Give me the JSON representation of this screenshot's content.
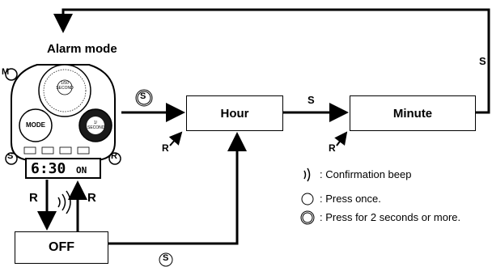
{
  "title": "Alarm mode",
  "watch": {
    "display": "6:30",
    "display_suffix": "ON",
    "mode_label": "MODE",
    "subdial_top_label": "1/50\nSECOND",
    "subdial_right_label": "1/\nSECOND"
  },
  "buttons": {
    "top_left": "M",
    "bottom_left": "S",
    "bottom_right": "R"
  },
  "boxes": {
    "hour": "Hour",
    "minute": "Minute",
    "off": "OFF"
  },
  "arrow_labels": {
    "watch_to_hour": "S",
    "hour_to_minute": "S",
    "minute_return": "S",
    "off_to_hour": "S",
    "hour_reset": "R",
    "minute_reset": "R",
    "down_to_off": "R",
    "up_from_off": "R"
  },
  "legend": {
    "beep": ": Confirmation beep",
    "press_once": ": Press once.",
    "press_hold": ": Press for 2 seconds or more."
  }
}
